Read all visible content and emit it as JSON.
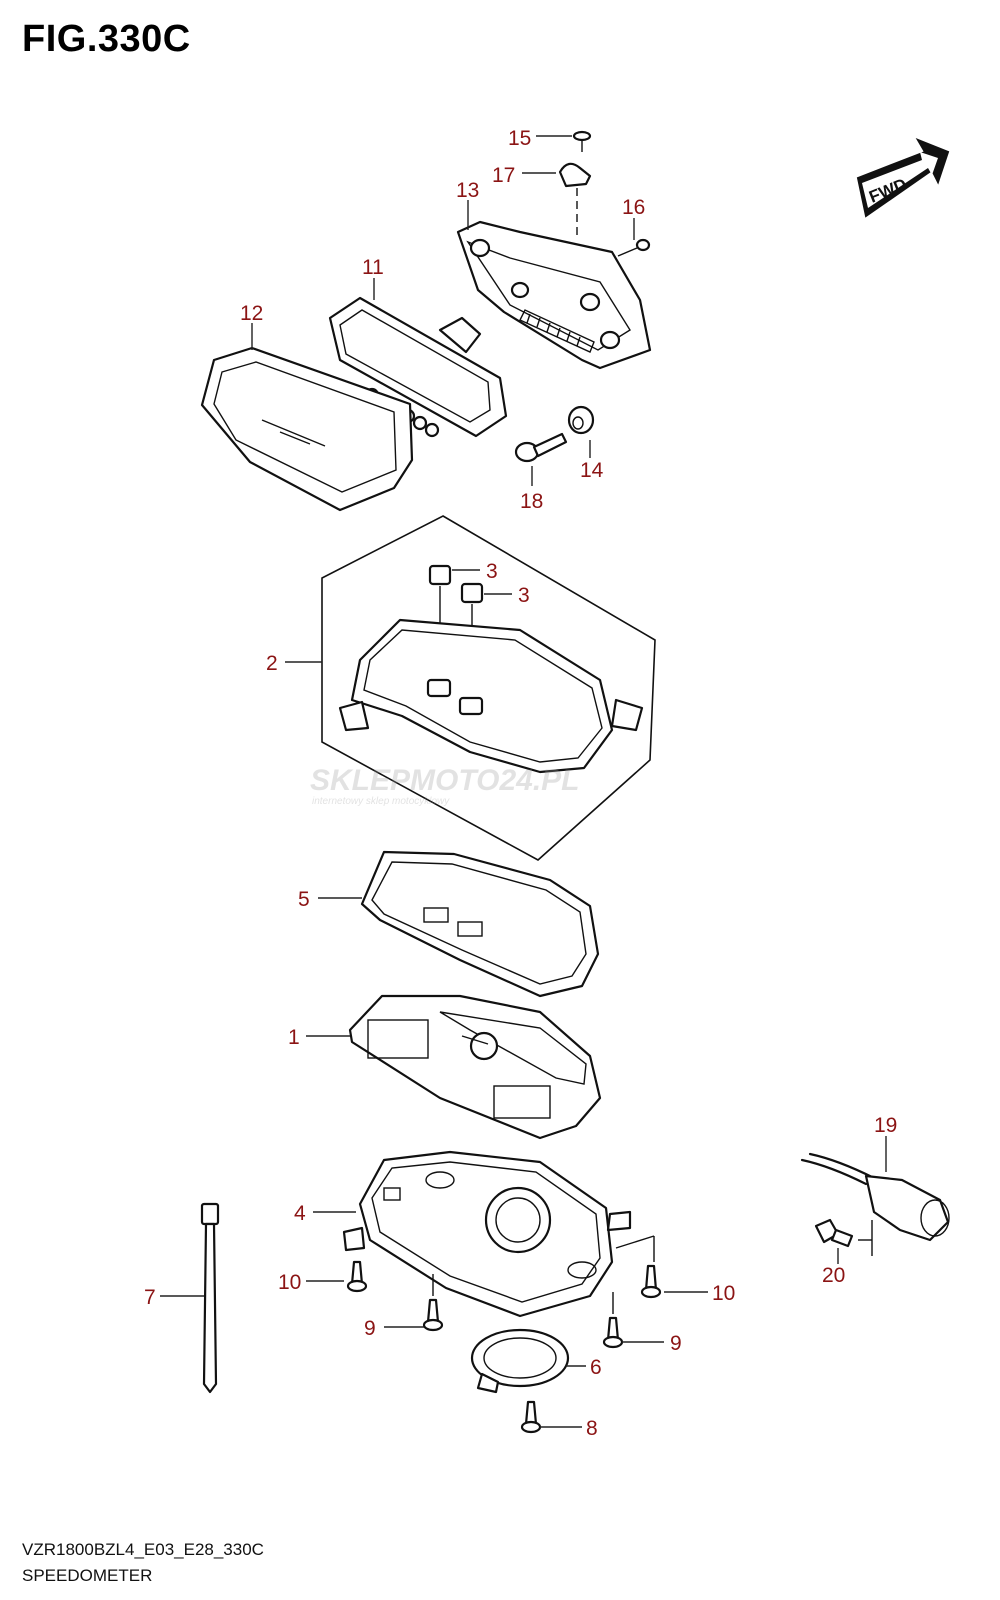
{
  "figure": {
    "title": "FIG.330C",
    "model_code": "VZR1800BZL4_E03_E28_330C",
    "name": "SPEEDOMETER"
  },
  "badge": {
    "label": "FWD",
    "icon": "fwd-arrow-icon"
  },
  "watermark": {
    "brand": "SKLEPMOTO24.PL",
    "tagline": "internetowy sklep motocyklowy"
  },
  "colors": {
    "callout": "#8b1414",
    "line": "#111111"
  },
  "callouts": [
    {
      "id": "c15",
      "label": "15"
    },
    {
      "id": "c17",
      "label": "17"
    },
    {
      "id": "c13",
      "label": "13"
    },
    {
      "id": "c16",
      "label": "16"
    },
    {
      "id": "c11",
      "label": "11"
    },
    {
      "id": "c12",
      "label": "12"
    },
    {
      "id": "c14",
      "label": "14"
    },
    {
      "id": "c18",
      "label": "18"
    },
    {
      "id": "c3a",
      "label": "3"
    },
    {
      "id": "c3b",
      "label": "3"
    },
    {
      "id": "c2",
      "label": "2"
    },
    {
      "id": "c5",
      "label": "5"
    },
    {
      "id": "c1",
      "label": "1"
    },
    {
      "id": "c19",
      "label": "19"
    },
    {
      "id": "c4",
      "label": "4"
    },
    {
      "id": "c20",
      "label": "20"
    },
    {
      "id": "c10a",
      "label": "10"
    },
    {
      "id": "c10b",
      "label": "10"
    },
    {
      "id": "c7",
      "label": "7"
    },
    {
      "id": "c9a",
      "label": "9"
    },
    {
      "id": "c9b",
      "label": "9"
    },
    {
      "id": "c6",
      "label": "6"
    },
    {
      "id": "c8",
      "label": "8"
    }
  ]
}
